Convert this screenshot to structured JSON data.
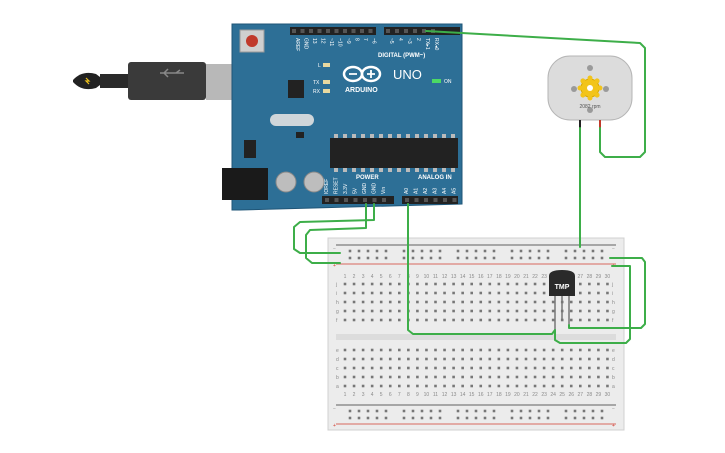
{
  "arduino": {
    "model": "UNO",
    "brand": "ARDUINO",
    "digital_header": "DIGITAL (PWM~)",
    "power_header": "POWER",
    "analog_header": "ANALOG IN",
    "led_l": "L",
    "led_tx": "TX",
    "led_rx": "RX",
    "led_on": "ON",
    "digital_pins": [
      "AREF",
      "GND",
      "13",
      "12",
      "~11",
      "~10",
      "~9",
      "8",
      "7",
      "~6",
      "~5",
      "4",
      "~3",
      "2",
      "TX▸1",
      "RX◂0"
    ],
    "power_pins": [
      "IOREF",
      "RESET",
      "3.3V",
      "5V",
      "GND",
      "GND",
      "Vin"
    ],
    "analog_pins": [
      "A0",
      "A1",
      "A2",
      "A3",
      "A4",
      "A5"
    ]
  },
  "motor": {
    "speed": "2082 rpm"
  },
  "sensor": {
    "label": "TMP"
  },
  "breadboard": {
    "column_numbers": [
      "1",
      "2",
      "3",
      "4",
      "5",
      "6",
      "7",
      "8",
      "9",
      "10",
      "11",
      "12",
      "13",
      "14",
      "15",
      "16",
      "17",
      "18",
      "19",
      "20",
      "21",
      "22",
      "23",
      "24",
      "25",
      "26",
      "27",
      "28",
      "29",
      "30"
    ],
    "rows_top": [
      "j",
      "i",
      "h",
      "g",
      "f"
    ],
    "rows_bottom": [
      "e",
      "d",
      "c",
      "b",
      "a"
    ],
    "rail_minus": "−",
    "rail_plus": "+"
  },
  "colors": {
    "board": "#2d6f96",
    "board_dark": "#1f5577",
    "wire": "#3dae49",
    "wire_red": "#d33b2f",
    "usb": "#555555",
    "breadboard": "#ececec",
    "motor": "#dcdcdc",
    "gear": "#f2c41a"
  }
}
